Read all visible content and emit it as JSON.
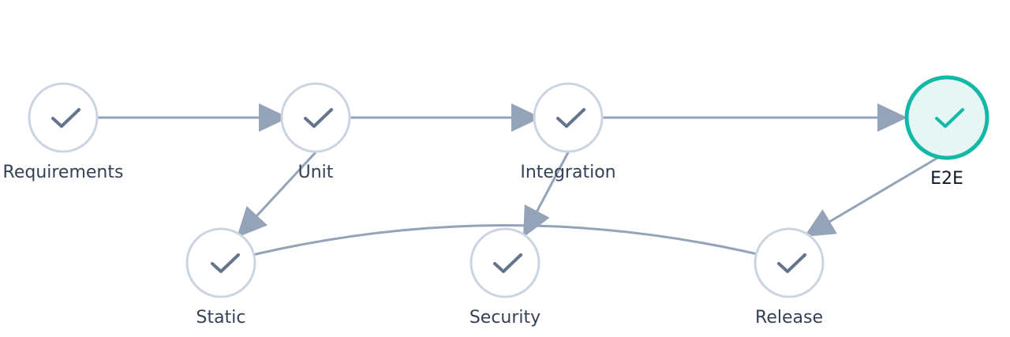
{
  "colors": {
    "edge": "#94a3b8",
    "node_border": "#cbd5e1",
    "check": "#64748b",
    "label": "#334155",
    "active_border": "#14b8a6",
    "active_fill": "#e6f6f4",
    "active_check": "#14b8a6",
    "active_label": "#0f172a"
  },
  "nodes": [
    {
      "id": "requirements",
      "label": "Requirements",
      "icon": "check-icon",
      "active": false
    },
    {
      "id": "unit",
      "label": "Unit",
      "icon": "check-icon",
      "active": false
    },
    {
      "id": "integration",
      "label": "Integration",
      "icon": "check-icon",
      "active": false
    },
    {
      "id": "e2e",
      "label": "E2E",
      "icon": "check-icon",
      "active": true
    },
    {
      "id": "static",
      "label": "Static",
      "icon": "check-icon",
      "active": false
    },
    {
      "id": "security",
      "label": "Security",
      "icon": "check-icon",
      "active": false
    },
    {
      "id": "release",
      "label": "Release",
      "icon": "check-icon",
      "active": false
    }
  ],
  "edges": [
    {
      "from": "requirements",
      "to": "unit"
    },
    {
      "from": "unit",
      "to": "integration"
    },
    {
      "from": "integration",
      "to": "e2e"
    },
    {
      "from": "unit",
      "to": "static"
    },
    {
      "from": "integration",
      "to": "security"
    },
    {
      "from": "e2e",
      "to": "release"
    },
    {
      "from": "static",
      "to": "release"
    }
  ]
}
